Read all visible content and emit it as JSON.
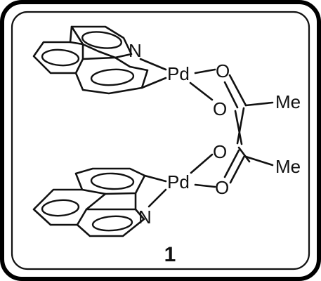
{
  "diagram": {
    "atoms": {
      "pd_top": "Pd",
      "pd_bottom": "Pd",
      "n_top": "N",
      "n_bottom": "N",
      "o_top_1": "O",
      "o_top_2": "O",
      "o_bottom_1": "O",
      "o_bottom_2": "O",
      "me_top": "Me",
      "me_bottom": "Me"
    },
    "compound_number": "1"
  }
}
